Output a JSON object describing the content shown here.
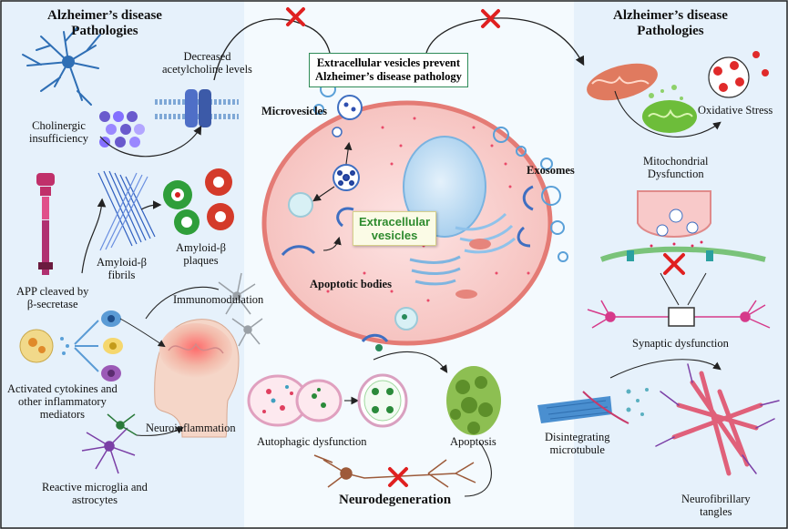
{
  "left_title": "Alzheimer’s disease\nPathologies",
  "right_title": "Alzheimer’s disease\nPathologies",
  "center_box": "Extracellular vesicles prevent\nAlzheimer’s disease pathology",
  "ev_box": "Extracellular\nvesicles",
  "labels": {
    "decreased_ach": "Decreased\nacetylcholine levels",
    "cholinergic": "Cholinergic\ninsufficiency",
    "amyloid_fibrils": "Amyloid-β\nfibrils",
    "amyloid_plaques": "Amyloid-β\nplaques",
    "app_cleaved": "APP cleaved by\nβ-secretase",
    "immunomodulation": "Immunomodulation",
    "cytokines": "Activated cytokines and\nother inflammatory\nmediators",
    "neuroinflammation": "Neuroinflammation",
    "reactive_microglia": "Reactive microglia and\nastrocytes",
    "microvesicles": "Microvesicles",
    "exosomes": "Exosomes",
    "apoptotic_bodies": "Apoptotic bodies",
    "autophagic": "Autophagic dysfunction",
    "apoptosis": "Apoptosis",
    "neurodegeneration": "Neurodegeneration",
    "oxidative_stress": "Oxidative Stress",
    "mitochondrial": "Mitochondrial\nDysfunction",
    "synaptic": "Synaptic dysfunction",
    "microtubule": "Disintegrating\nmicrotubule",
    "nft": "Neurofibrillary\ntangles"
  }
}
